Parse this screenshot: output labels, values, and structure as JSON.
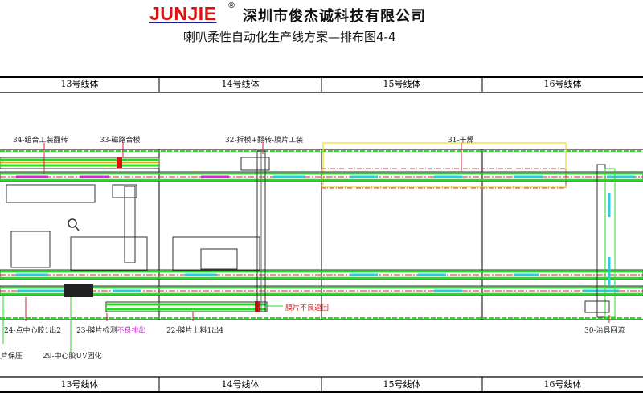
{
  "header": {
    "logo": "JUNJIE",
    "registered_mark": "®",
    "company": "深圳市俊杰诚科技有限公司",
    "subtitle": "喇叭柔性自动化生产线方案—排布图4-4"
  },
  "line_headers_top": [
    "13号线体",
    "14号线体",
    "15号线体",
    "16号线体"
  ],
  "line_headers_bottom": [
    "13号线体",
    "14号线体",
    "15号线体",
    "16号线体"
  ],
  "labels": {
    "s34": "34-组合工装翻转",
    "s33": "33-磁路合模",
    "s32": "32-拆模+翻转-膜片工装",
    "s31": "31-干燥",
    "s24": "24-点中心胶1出2",
    "s23": "23-膜片检测",
    "s23_reject": "不良排出",
    "s22": "22-膜片上料1出4",
    "s30": "30-治具回流",
    "s_press": "膜片保压",
    "s29": "29-中心胶UV固化",
    "reject_return": "膜片不良返回"
  },
  "colors": {
    "conveyor": "#22dd22",
    "centerline": "#e02020",
    "flow_left": "#e020e0",
    "flow_right": "#20d0e0",
    "dryer_box": "#e8e020"
  }
}
